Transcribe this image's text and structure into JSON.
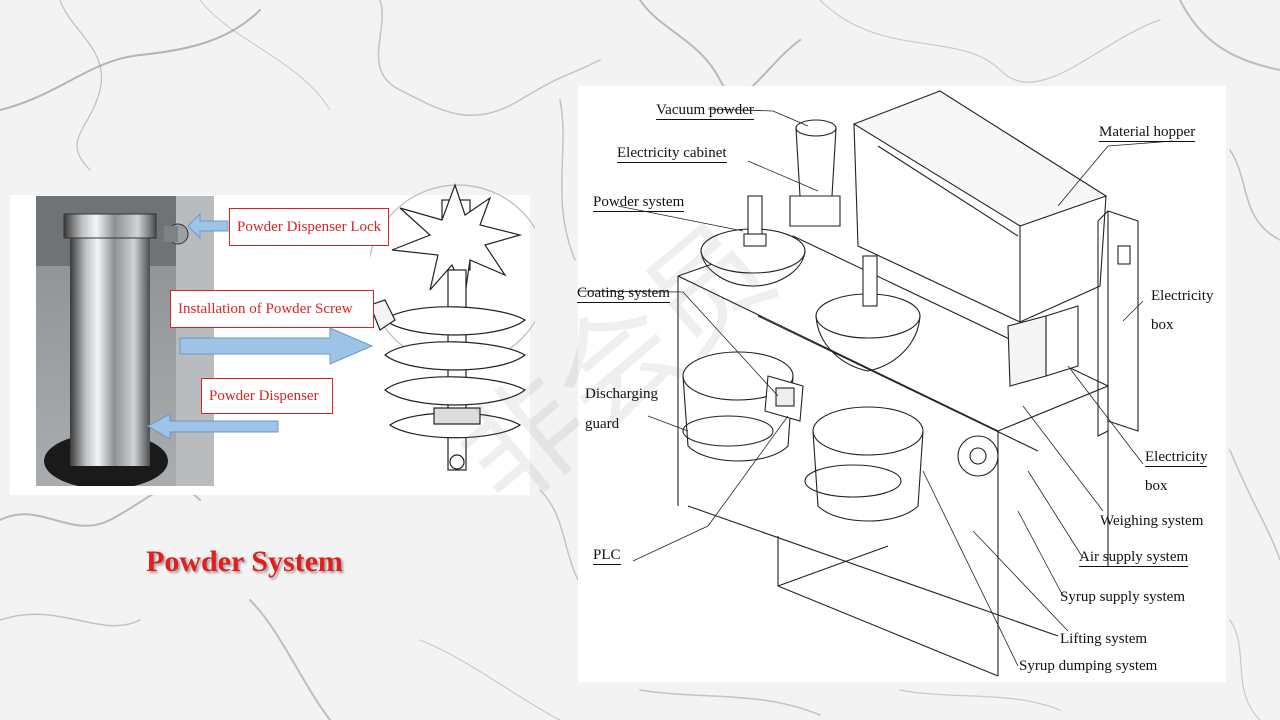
{
  "left": {
    "callouts": {
      "lock": "Powder Dispenser Lock",
      "screw": "Installation of Powder Screw",
      "dispenser": "Powder Dispenser"
    },
    "title": "Powder System"
  },
  "diagram": {
    "labels": {
      "vacuum_powder": "Vacuum powder",
      "electricity_cabinet": "Electricity cabinet",
      "material_hopper": "Material hopper",
      "powder_system": "Powder system",
      "coating_system": "Coating system",
      "electricity_box_1a": "Electricity",
      "electricity_box_1b": "box",
      "discharging_a": "Discharging",
      "discharging_b": "guard",
      "electricity_box_2a": "Electricity",
      "electricity_box_2b": "box",
      "weighing_system": "Weighing system",
      "plc": "PLC",
      "air_supply_system": "Air supply system",
      "syrup_supply_system": "Syrup supply system",
      "lifting_system": "Lifting system",
      "syrup_dumping_system": "Syrup dumping system"
    }
  },
  "colors": {
    "callout_red": "#dd2222",
    "arrow_blue": "#9dc3e6",
    "title_red": "#e01f1f"
  }
}
